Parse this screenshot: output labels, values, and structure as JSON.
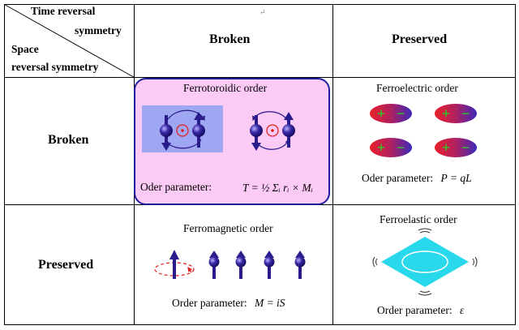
{
  "header": {
    "corner_top_line1": "Time reversal",
    "corner_top_line2": "symmetry",
    "corner_bottom_line1": "Space",
    "corner_bottom_line2": "reversal symmetry",
    "col_broken": "Broken",
    "col_preserved": "Preserved",
    "return_mark": "↵"
  },
  "rows": [
    {
      "label": "Broken"
    },
    {
      "label": "Preserved"
    }
  ],
  "cells": {
    "ferrotoroidic": {
      "title": "Ferrotoroidic order",
      "param_prefix": "Oder parameter:",
      "param_formula": "T = ½ Σᵢ rᵢ × Mᵢ"
    },
    "ferroelectric": {
      "title": "Ferroelectric order",
      "param_prefix": "Oder parameter:",
      "param_formula": "P = qL",
      "plus": "+",
      "minus": "−"
    },
    "ferromagnetic": {
      "title": "Ferromagnetic order",
      "param_prefix": "Order parameter:",
      "param_formula": "M = iS"
    },
    "ferroelastic": {
      "title": "Ferroelastic order",
      "param_prefix": "Order parameter:",
      "param_formula": "ε"
    }
  },
  "colors": {
    "toroidic_bg": "#fbcaf5",
    "toroidic_border": "#1e1b9e",
    "inner_panel": "#9fa6f2",
    "atom": "#2a1c8c",
    "toroid_marker": "#e02020",
    "electric_red": "#e8202a",
    "electric_blue": "#3b2ab8",
    "plus_green": "#23d823",
    "elastic_fill": "#2ad8ec",
    "spin_ring": "#e02020"
  }
}
